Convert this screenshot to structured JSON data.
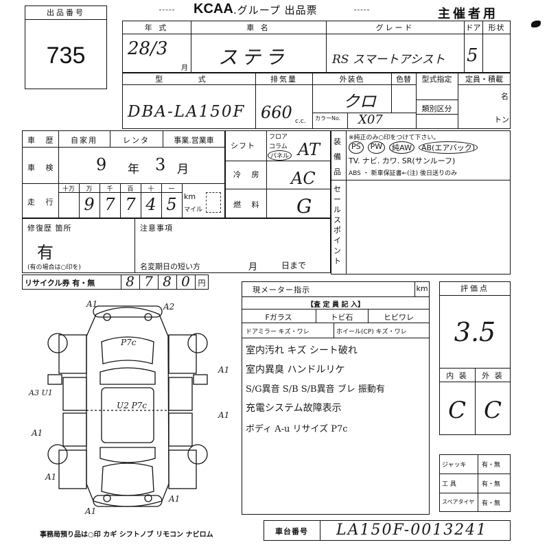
{
  "header": {
    "lot_label": "出品番号",
    "lot_number": "735",
    "brand": "KCAA",
    "title_suffix": ".グループ 出品票",
    "organizer": "主催者用"
  },
  "row1": {
    "year_label": "年 式",
    "year_value": "28/3",
    "year_unit": "月",
    "name_label": "車 名",
    "name_value": "ステラ",
    "grade_label": "グレード",
    "grade_value": "RS スマートアシスト",
    "door_label": "ドア",
    "door_value": "5",
    "shape_label": "形状"
  },
  "row2": {
    "model_label": "型 式",
    "model_value": "DBA-LA150F",
    "displacement_label": "排気量",
    "displacement_value": "660",
    "displacement_unit": "c.c.",
    "color_label": "外装色",
    "color_value": "クロ",
    "color_change_label": "色替",
    "color_no_label": "カラーNo.",
    "color_no_value": "X07",
    "type_label": "型式指定",
    "class_label": "類別区分",
    "capacity_label": "定員・積載",
    "capacity_unit1": "名",
    "capacity_unit2": "トン"
  },
  "history": {
    "label": "車 歴",
    "options": [
      "自家用",
      "レンタ",
      "事業.営業車"
    ]
  },
  "inspection": {
    "label": "車 検",
    "year": "9",
    "year_unit": "年",
    "month": "3",
    "month_unit": "月"
  },
  "mileage": {
    "label": "走 行",
    "unit_headers": [
      "十万",
      "万",
      "千",
      "百",
      "十",
      "一"
    ],
    "digits": [
      "9",
      "7",
      "7",
      "4",
      "5"
    ],
    "unit_km": "km",
    "unit_mile": "マイル"
  },
  "shift": {
    "label": "シフト",
    "options": [
      "フロア",
      "コラム",
      "パネル"
    ],
    "value": "AT"
  },
  "ac": {
    "label": "冷 房",
    "value": "AC"
  },
  "fuel": {
    "label": "燃 料",
    "value": "G"
  },
  "equipment": {
    "label": "装備品",
    "note": "※純正のみ○印をつけて下さい。",
    "line1": [
      "PS",
      "PW",
      "純AW",
      "AB(エアバック)"
    ],
    "line2": "TV. ナビ. カワ. SR(サンルーフ)",
    "line3": "ABS ・ 新車保証書←(注) 後日送りのみ"
  },
  "sales_point": {
    "label": "セールスポイント"
  },
  "repair": {
    "label": "修復歴 箇所",
    "value": "有",
    "note": "(有の場合は○印を)"
  },
  "notes": {
    "label": "注意事項",
    "deadline_label": "名変期日の短い方",
    "month_unit": "月",
    "day_unit": "日まで"
  },
  "recycle": {
    "label": "リサイクル券 有・無",
    "digits": [
      "8",
      "7",
      "8",
      "0"
    ],
    "unit": "円"
  },
  "meter": {
    "label": "現メーター指示",
    "unit": "km"
  },
  "inspector": {
    "title": "【査 定 員 記 入】",
    "windshield_label": "Fガラス",
    "windshield_mid": "トビ石",
    "windshield_crack": "ヒビワレ",
    "door_mirror": "ドアミラー キズ・ワレ",
    "wheel": "ホイール(CP) キズ・ワレ",
    "comments": [
      "室内汚れ キズ シート破れ",
      "室内異臭 ハンドルリケ",
      "S/G異音 S/B S/B異音 ブレ 振動有",
      "充電システム故障表示",
      "ボディ A-u リサイズ P7c"
    ]
  },
  "score": {
    "label": "評価点",
    "value": "3.5",
    "interior_label": "内 装",
    "exterior_label": "外 装",
    "interior_value": "C",
    "exterior_value": "C"
  },
  "tools": {
    "rows": [
      {
        "label": "ジャッキ",
        "value": "有・無"
      },
      {
        "label": "工 具",
        "value": "有・無"
      },
      {
        "label": "スペアタイヤ",
        "value": "有・無"
      }
    ]
  },
  "chassis": {
    "label": "車台番号",
    "value": "LA150F-0013241"
  },
  "footer": {
    "keys_note": "事務局預り品は○印 カギ シフトノブ リモコン ナビロム"
  },
  "diagram": {
    "marks": [
      "A1",
      "A2",
      "P7c",
      "A1",
      "A3 U1",
      "U2 P7c",
      "A1",
      "A1",
      "A1",
      "A1",
      "A1"
    ]
  }
}
